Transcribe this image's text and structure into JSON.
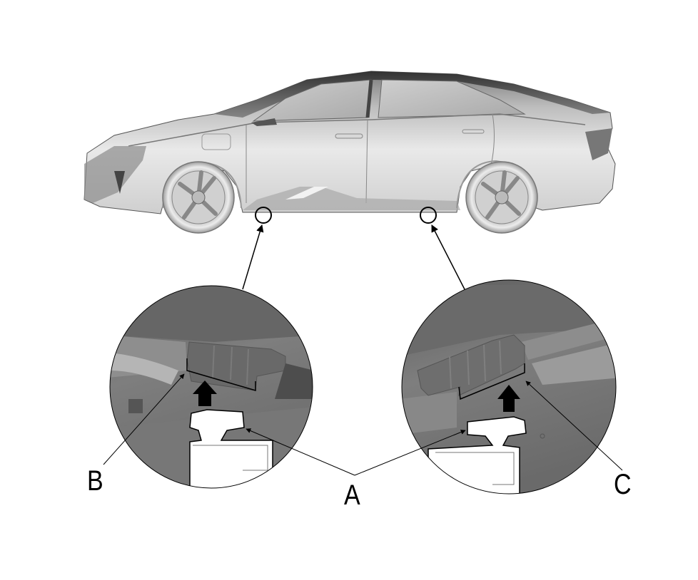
{
  "figure": {
    "description": "Vehicle side view with front and rear jacking lift points highlighted and detail callouts",
    "labels": {
      "a": "A",
      "b": "B",
      "c": "C"
    },
    "callouts": [
      {
        "id": "front-lift-point",
        "label": "B",
        "shows": "front jack point bracket"
      },
      {
        "id": "rear-lift-point",
        "label": "C",
        "shows": "rear jack point bracket"
      }
    ],
    "shared_label": "A",
    "colors": {
      "background": "#ffffff",
      "line": "#000000",
      "body_light": "#e6e6e6",
      "body_mid": "#b8b8b8",
      "body_dark": "#3a3a3a",
      "detail_dark": "#5e5e5e",
      "detail_mid": "#8a8a8a"
    }
  }
}
